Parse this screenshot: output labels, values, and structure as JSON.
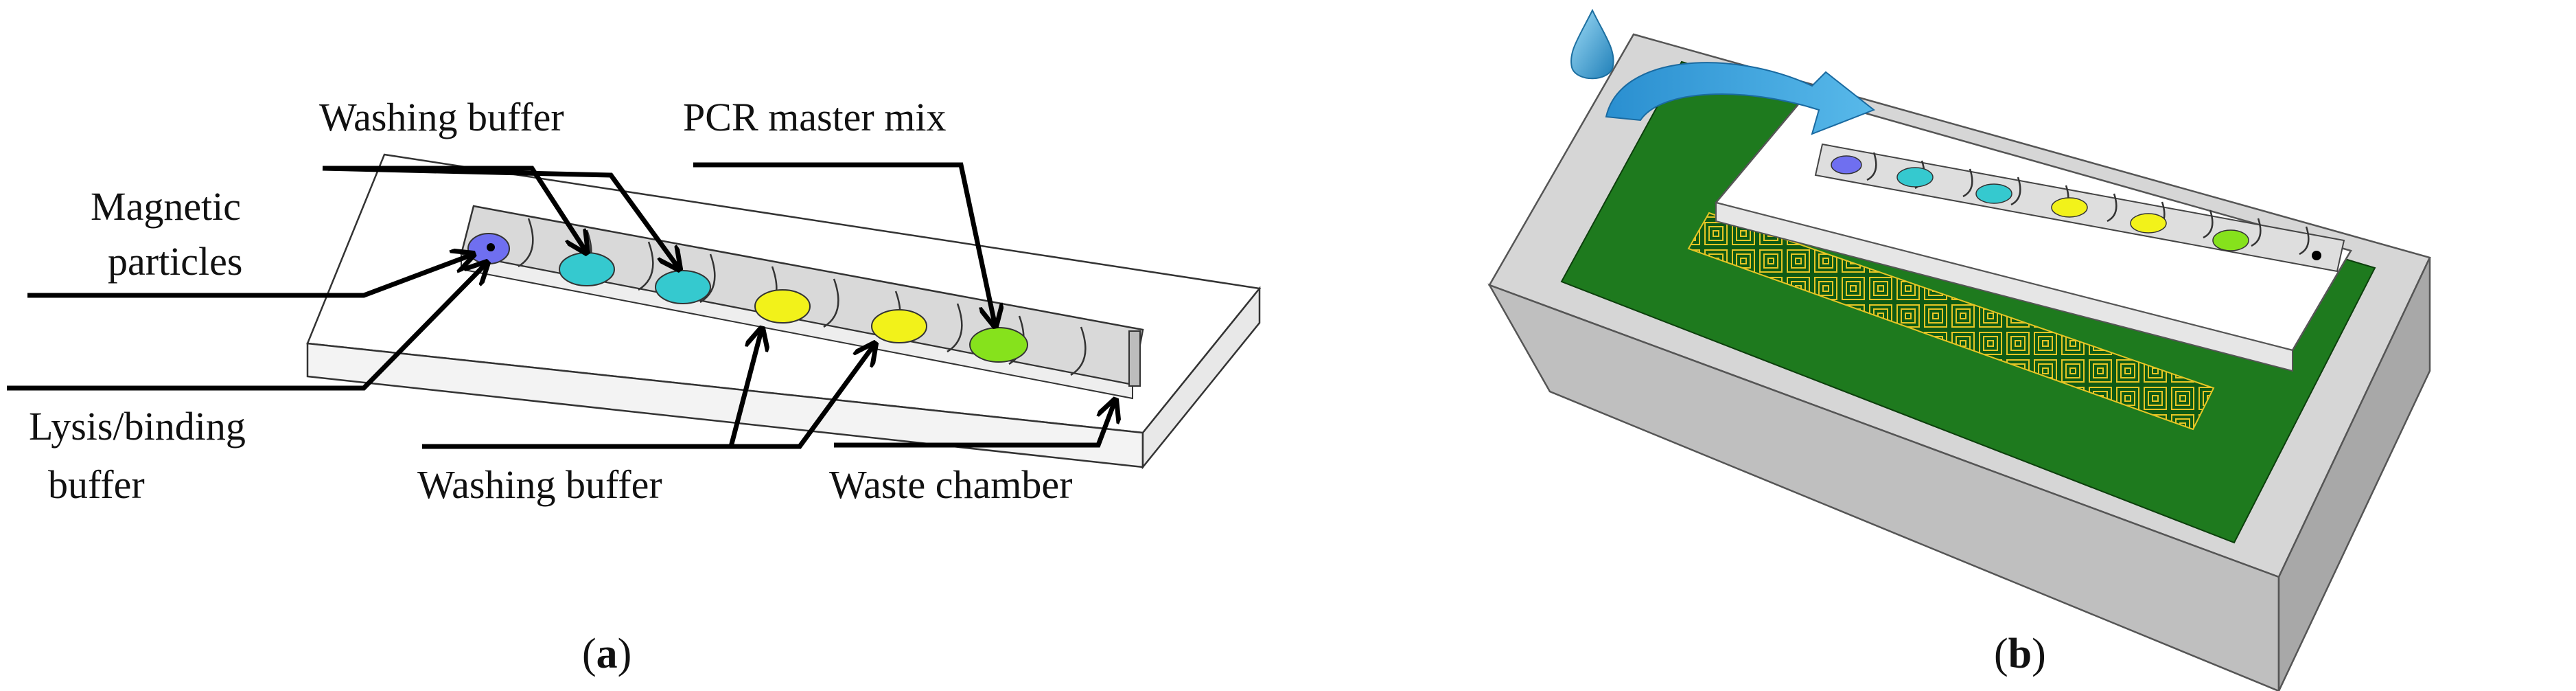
{
  "panel_a": {
    "labels": {
      "washing_buffer_top": "Washing buffer",
      "pcr_master_mix": "PCR master mix",
      "magnetic_line1": "Magnetic",
      "magnetic_line2": "particles",
      "lysis_line1": "Lysis/binding",
      "lysis_line2": "buffer",
      "washing_buffer_bottom": "Washing buffer",
      "waste_chamber": "Waste chamber"
    },
    "caption": {
      "open": "(",
      "letter": "a",
      "close": ")"
    }
  },
  "panel_b": {
    "caption": {
      "open": "(",
      "letter": "b",
      "close": ")"
    }
  },
  "colors": {
    "magnetic": "#6f6ff0",
    "lysis_blue": "#5a5ae6",
    "washing": "#35c9cf",
    "wash2": "#f2f21a",
    "pcr": "#86e21c",
    "pcb_green": "#1e7a1e",
    "coil": "#e0c020",
    "water_drop": "#2f9fd8"
  }
}
